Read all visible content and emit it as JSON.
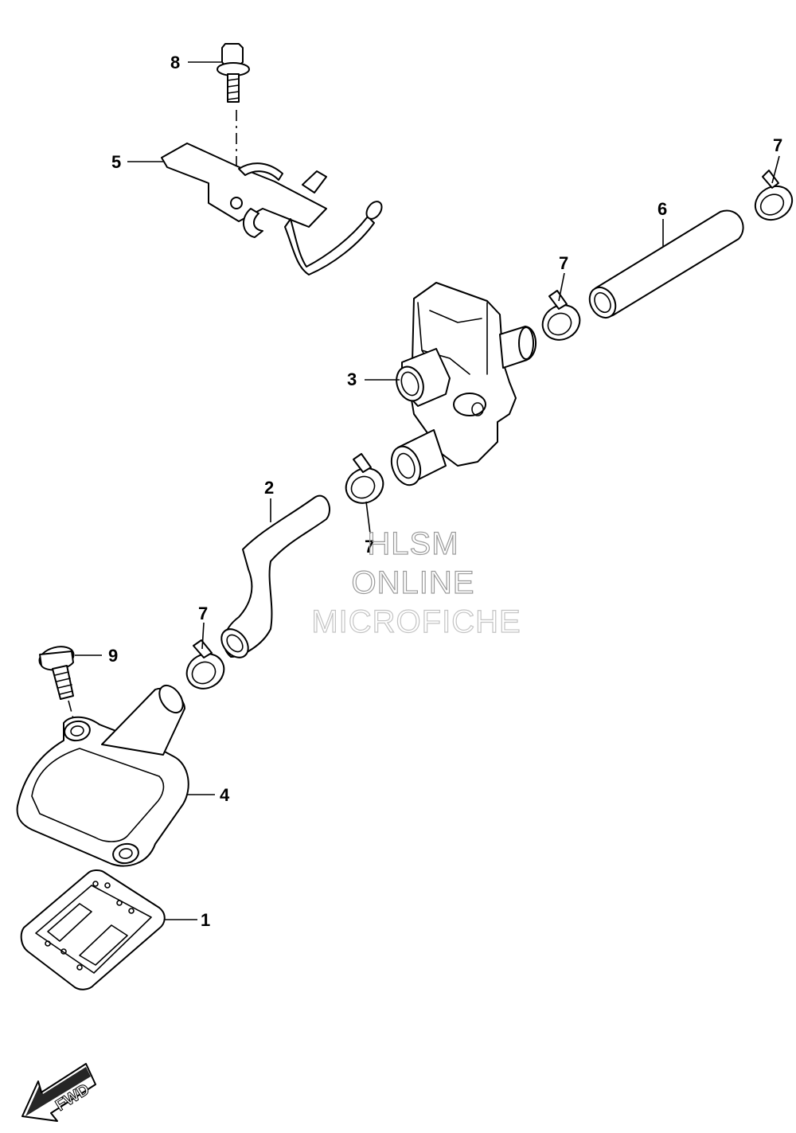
{
  "callouts": {
    "c1": "1",
    "c2": "2",
    "c3": "3",
    "c4": "4",
    "c5": "5",
    "c6": "6",
    "c7a": "7",
    "c7b": "7",
    "c7c": "7",
    "c7d": "7",
    "c8": "8",
    "c9": "9"
  },
  "watermark": {
    "line1": "HLSM",
    "line2": "ONLINE",
    "line3": "MICROFICHE"
  },
  "fwd_label": "FWD"
}
